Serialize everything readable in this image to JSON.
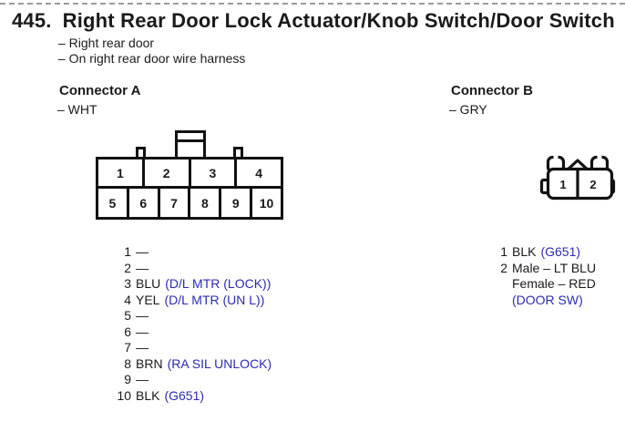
{
  "page": {
    "number": "445.",
    "title": "Right Rear Door Lock Actuator/Knob Switch/Door Switch",
    "notes": [
      "– Right rear door",
      "– On right rear door wire harness"
    ]
  },
  "colors": {
    "ink": "#1a1a1a",
    "signal_blue": "#2b2baf"
  },
  "connector_a": {
    "heading": "Connector A",
    "color_label": "– WHT",
    "cavities_top": [
      "1",
      "2",
      "3",
      "4"
    ],
    "cavities_bottom": [
      "5",
      "6",
      "7",
      "8",
      "9",
      "10"
    ],
    "pins": [
      {
        "num": "1",
        "wire": "—",
        "signal": ""
      },
      {
        "num": "2",
        "wire": "—",
        "signal": ""
      },
      {
        "num": "3",
        "wire": "BLU",
        "signal": "(D/L MTR (LOCK))"
      },
      {
        "num": "4",
        "wire": "YEL",
        "signal": "(D/L MTR (UN L))"
      },
      {
        "num": "5",
        "wire": "—",
        "signal": ""
      },
      {
        "num": "6",
        "wire": "—",
        "signal": ""
      },
      {
        "num": "7",
        "wire": "—",
        "signal": ""
      },
      {
        "num": "8",
        "wire": "BRN",
        "signal": "(RA SIL UNLOCK)"
      },
      {
        "num": "9",
        "wire": "—",
        "signal": ""
      },
      {
        "num": "10",
        "wire": "BLK",
        "signal": "(G651)"
      }
    ]
  },
  "connector_b": {
    "heading": "Connector B",
    "color_label": "– GRY",
    "cavities": [
      "1",
      "2"
    ],
    "pins": [
      {
        "num": "1",
        "wire": "BLK",
        "signal": "(G651)"
      },
      {
        "num": "2",
        "wire": "Male – LT BLU",
        "signal": ""
      },
      {
        "num": "",
        "wire": "Female – RED",
        "signal": ""
      },
      {
        "num": "",
        "wire": "",
        "signal": "(DOOR SW)"
      }
    ]
  }
}
